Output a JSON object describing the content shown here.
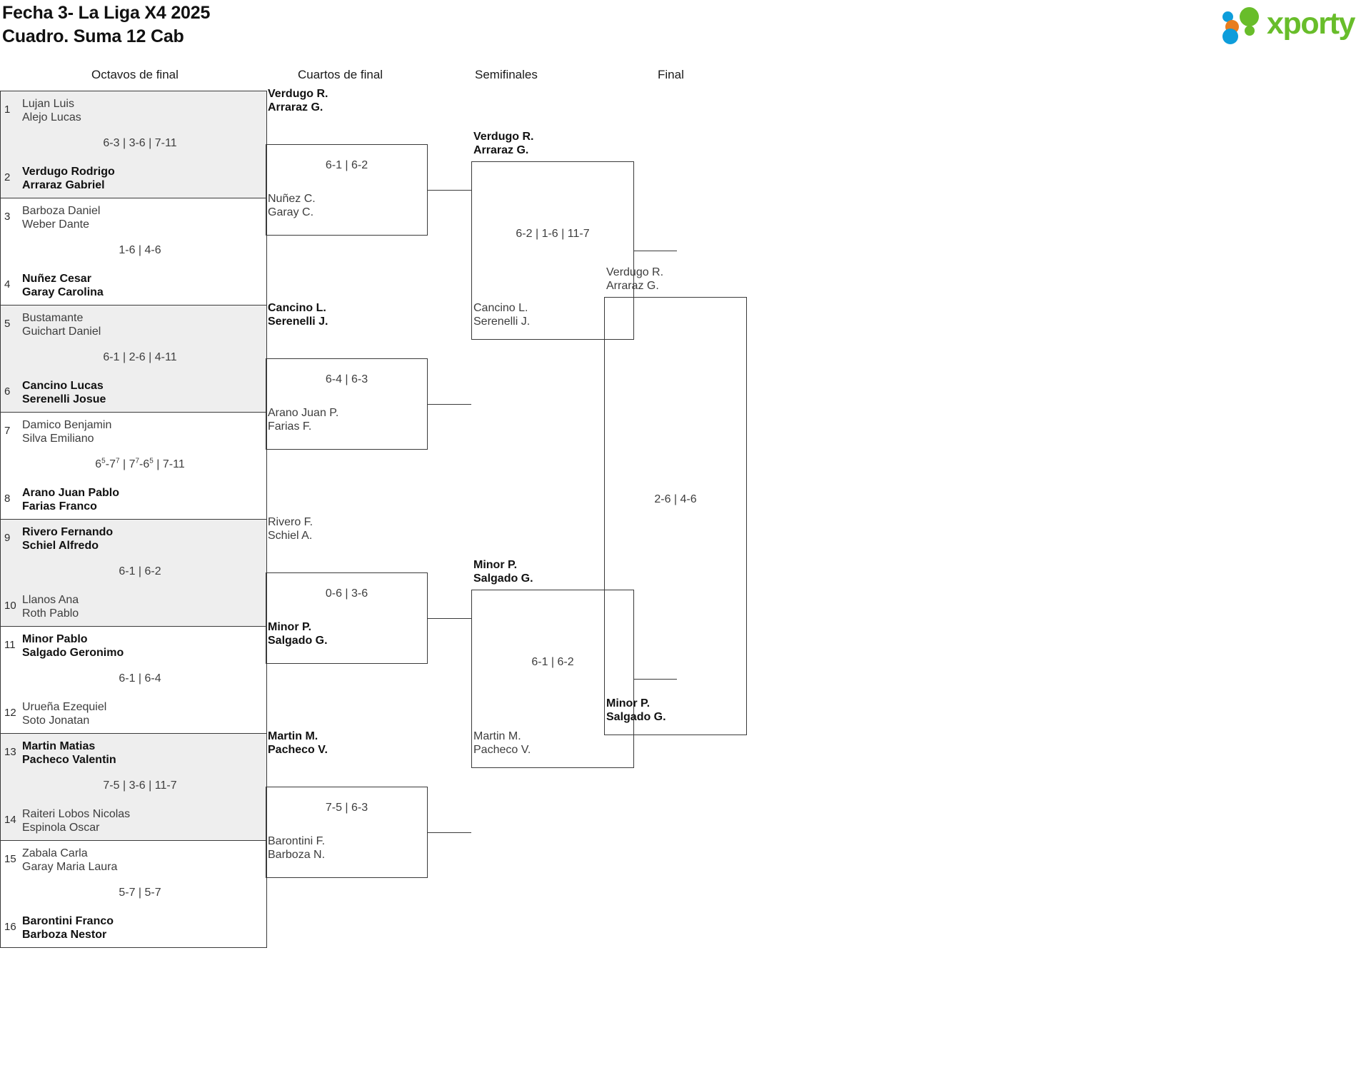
{
  "header": {
    "title_line1": "Fecha 3- La Liga X4 2025",
    "title_line2": "Cuadro. Suma 12 Cab",
    "logo_text": "xporty",
    "logo_colors": {
      "blue": "#0d9ddb",
      "orange": "#e87d1e",
      "green": "#68bd2a"
    }
  },
  "rounds": [
    {
      "label": "Octavos de final"
    },
    {
      "label": "Cuartos de final"
    },
    {
      "label": "Semifinales"
    },
    {
      "label": "Final"
    }
  ],
  "round16": [
    {
      "shaded": true,
      "top": {
        "seed": "1",
        "p1": "Lujan Luis",
        "p2": "Alejo Lucas",
        "winner": false
      },
      "bottom": {
        "seed": "2",
        "p1": "Verdugo Rodrigo",
        "p2": "Arraraz Gabriel",
        "winner": true
      },
      "score": "6-3 | 3-6 | 7-11"
    },
    {
      "shaded": false,
      "top": {
        "seed": "3",
        "p1": "Barboza Daniel",
        "p2": "Weber Dante",
        "winner": false
      },
      "bottom": {
        "seed": "4",
        "p1": "Nuñez Cesar",
        "p2": "Garay Carolina",
        "winner": true
      },
      "score": "1-6 | 4-6"
    },
    {
      "shaded": true,
      "top": {
        "seed": "5",
        "p1": "Bustamante",
        "p2": "Guichart Daniel",
        "winner": false
      },
      "bottom": {
        "seed": "6",
        "p1": "Cancino Lucas",
        "p2": "Serenelli Josue",
        "winner": true
      },
      "score": "6-1 | 2-6 | 4-11"
    },
    {
      "shaded": false,
      "top": {
        "seed": "7",
        "p1": "Damico Benjamin",
        "p2": "Silva Emiliano",
        "winner": false
      },
      "bottom": {
        "seed": "8",
        "p1": "Arano Juan Pablo",
        "p2": "Farias Franco",
        "winner": true
      },
      "score_html": "6<sup>5</sup>-7<sup>7</sup> | 7<sup>7</sup>-6<sup>5</sup> | 7-11",
      "score": "6(5)-7(7) | 7(7)-6(5) | 7-11"
    },
    {
      "shaded": true,
      "top": {
        "seed": "9",
        "p1": "Rivero Fernando",
        "p2": "Schiel Alfredo",
        "winner": true
      },
      "bottom": {
        "seed": "10",
        "p1": "Llanos Ana",
        "p2": "Roth Pablo",
        "winner": false
      },
      "score": "6-1 | 6-2"
    },
    {
      "shaded": false,
      "top": {
        "seed": "11",
        "p1": "Minor Pablo",
        "p2": "Salgado Geronimo",
        "winner": true
      },
      "bottom": {
        "seed": "12",
        "p1": "Urueña Ezequiel",
        "p2": "Soto Jonatan",
        "winner": false
      },
      "score": "6-1 | 6-4"
    },
    {
      "shaded": true,
      "top": {
        "seed": "13",
        "p1": "Martin Matias",
        "p2": "Pacheco Valentin",
        "winner": true
      },
      "bottom": {
        "seed": "14",
        "p1": "Raiteri Lobos Nicolas",
        "p2": "Espinola Oscar",
        "winner": false
      },
      "score": "7-5 | 3-6 | 11-7"
    },
    {
      "shaded": false,
      "top": {
        "seed": "15",
        "p1": "Zabala Carla",
        "p2": "Garay Maria Laura",
        "winner": false
      },
      "bottom": {
        "seed": "16",
        "p1": "Barontini Franco",
        "p2": "Barboza Nestor",
        "winner": true
      },
      "score": "5-7 | 5-7"
    }
  ],
  "quarterfinals": [
    {
      "top": {
        "p1": "Verdugo R.",
        "p2": "Arraraz G.",
        "winner": true
      },
      "bottom": {
        "p1": "Nuñez C.",
        "p2": "Garay C.",
        "winner": false
      },
      "score": "6-1 | 6-2"
    },
    {
      "top": {
        "p1": "Cancino L.",
        "p2": "Serenelli J.",
        "winner": true
      },
      "bottom": {
        "p1": "Arano Juan P.",
        "p2": "Farias F.",
        "winner": false
      },
      "score": "6-4 | 6-3"
    },
    {
      "top": {
        "p1": "Rivero F.",
        "p2": "Schiel A.",
        "winner": false
      },
      "bottom": {
        "p1": "Minor P.",
        "p2": "Salgado G.",
        "winner": true
      },
      "score": "0-6 | 3-6"
    },
    {
      "top": {
        "p1": "Martin M.",
        "p2": "Pacheco V.",
        "winner": true
      },
      "bottom": {
        "p1": "Barontini F.",
        "p2": "Barboza N.",
        "winner": false
      },
      "score": "7-5 | 6-3"
    }
  ],
  "semifinals": [
    {
      "top": {
        "p1": "Verdugo R.",
        "p2": "Arraraz G.",
        "winner": true
      },
      "bottom": {
        "p1": "Cancino L.",
        "p2": "Serenelli J.",
        "winner": false
      },
      "score": "6-2 | 1-6 | 11-7"
    },
    {
      "top": {
        "p1": "Minor P.",
        "p2": "Salgado G.",
        "winner": true
      },
      "bottom": {
        "p1": "Martin M.",
        "p2": "Pacheco V.",
        "winner": false
      },
      "score": "6-1 | 6-2"
    }
  ],
  "final": {
    "top": {
      "p1": "Verdugo R.",
      "p2": "Arraraz G.",
      "winner": false
    },
    "bottom": {
      "p1": "Minor P.",
      "p2": "Salgado G.",
      "winner": true
    },
    "score": "2-6 | 4-6"
  }
}
